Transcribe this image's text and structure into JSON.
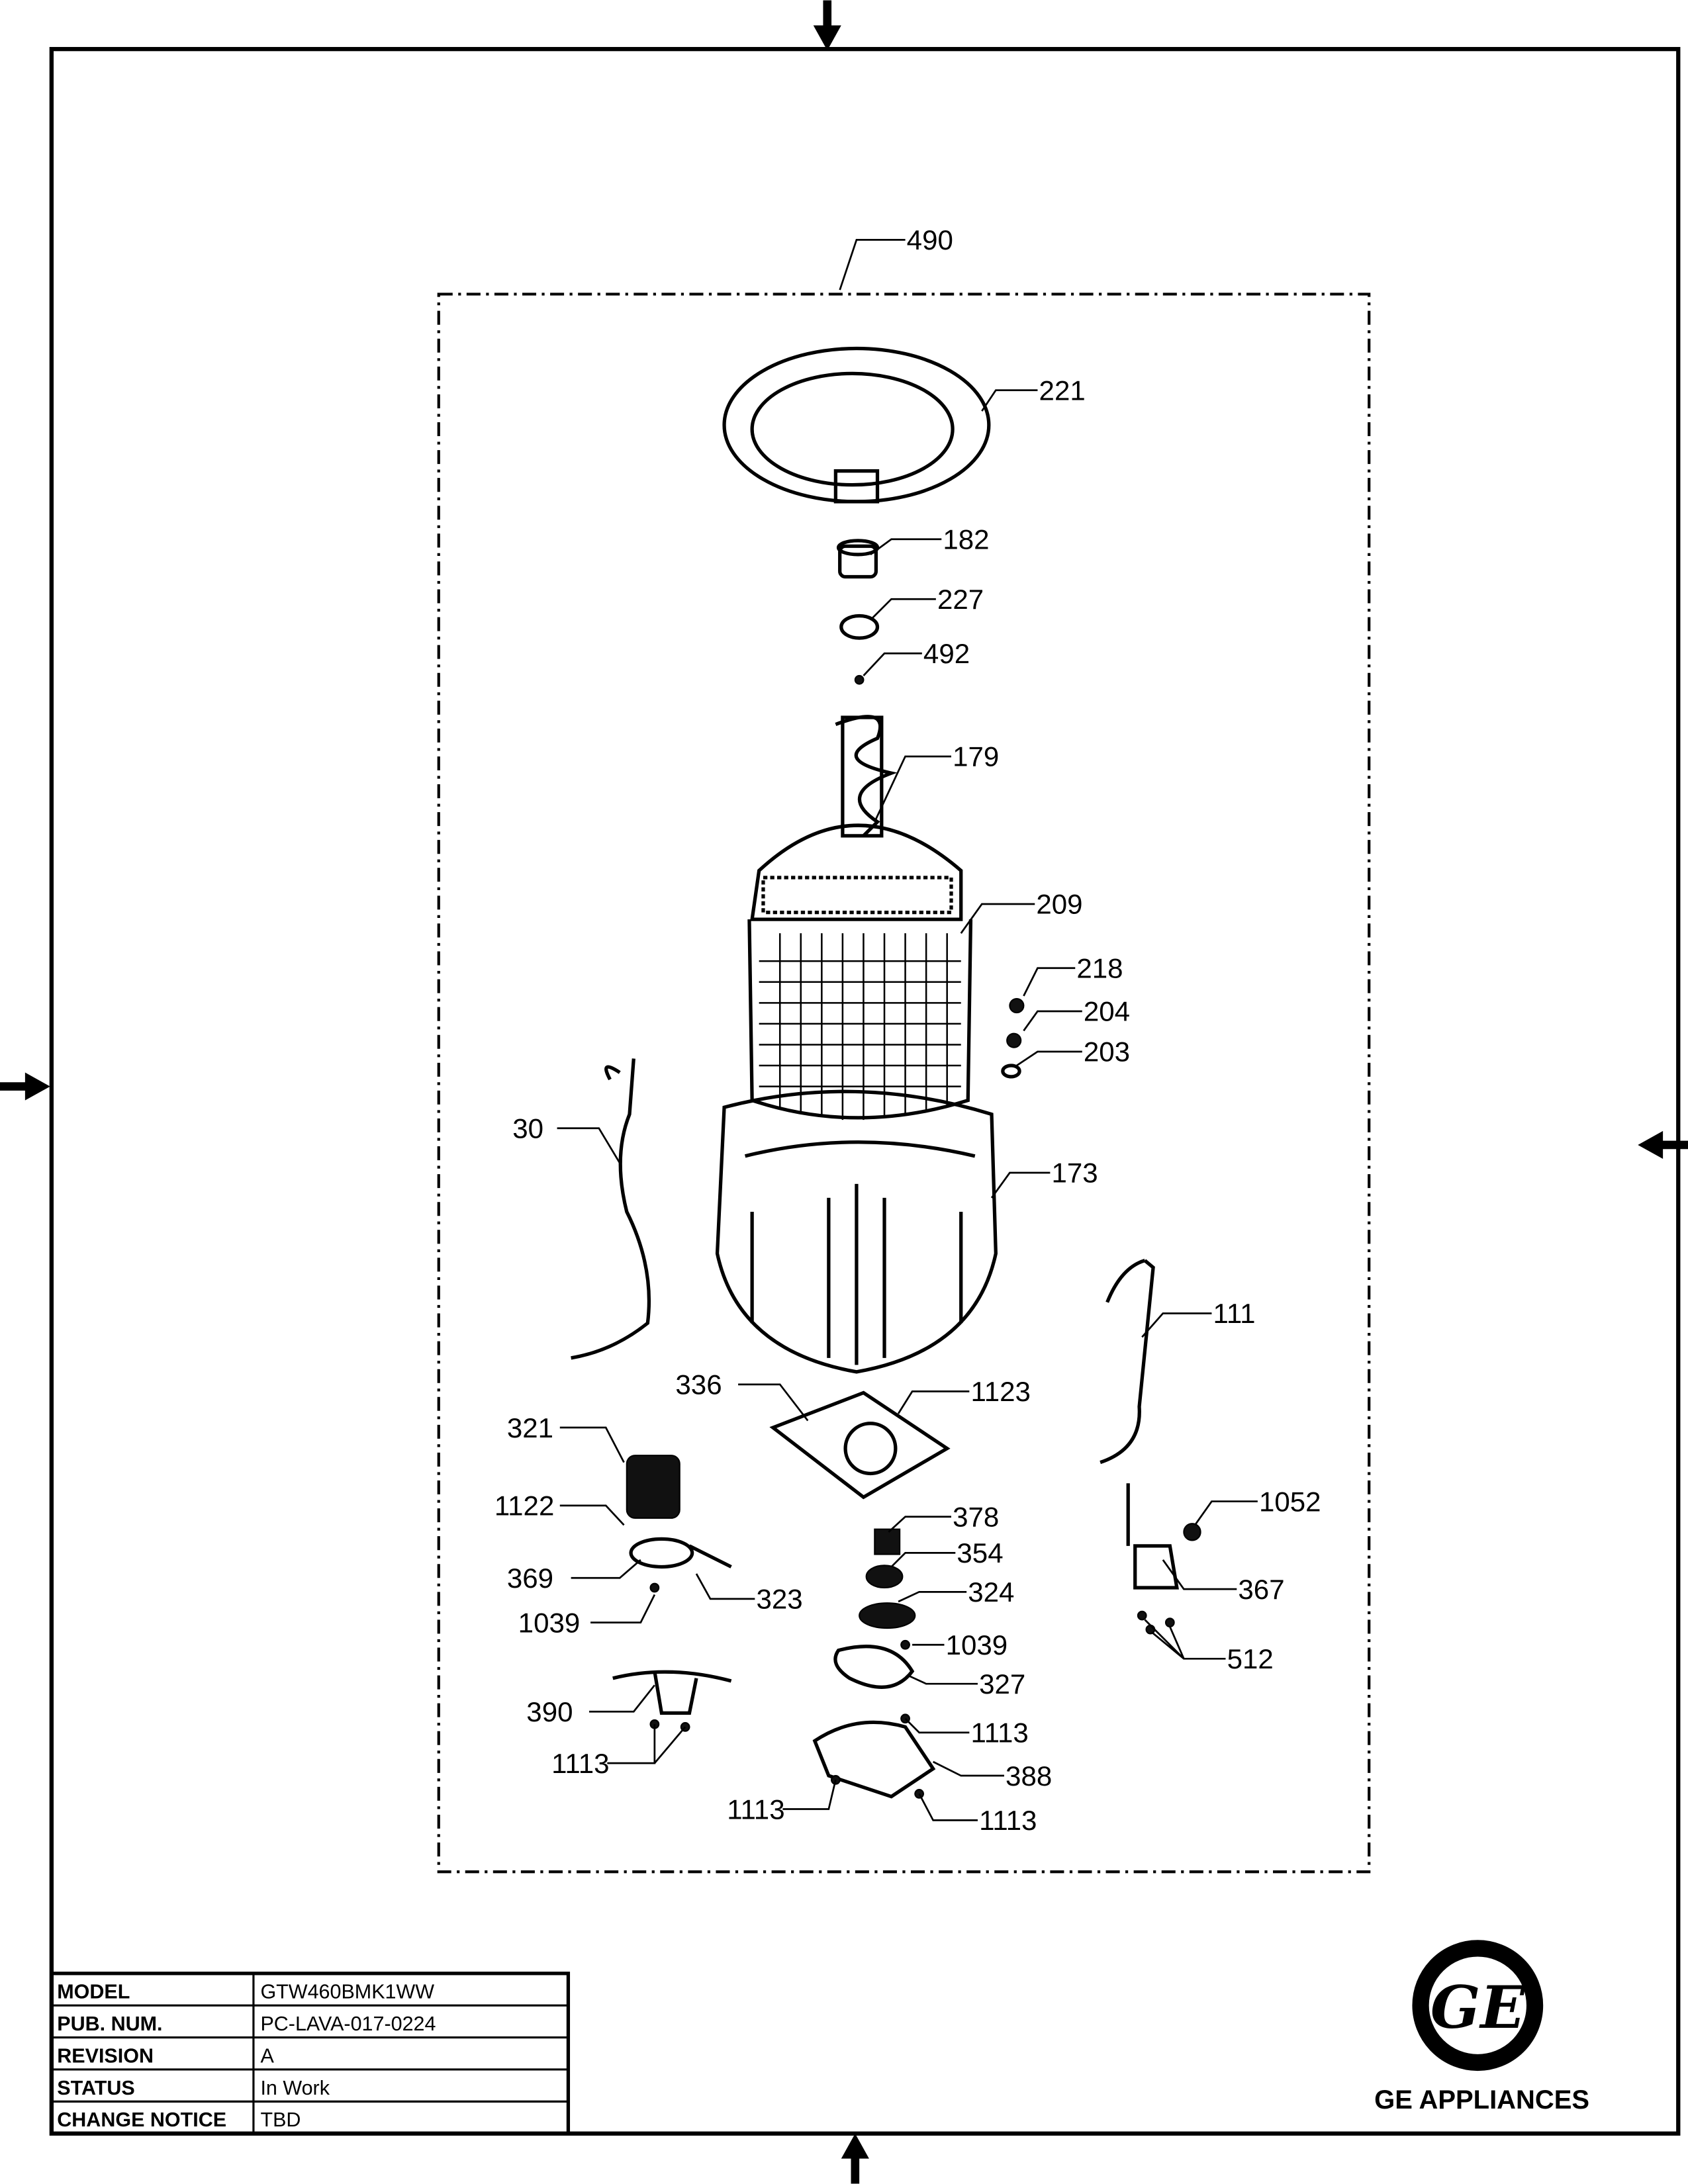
{
  "assembly_label": "490",
  "callouts": [
    "221",
    "182",
    "227",
    "492",
    "179",
    "209",
    "218",
    "204",
    "203",
    "30",
    "173",
    "111",
    "336",
    "1123",
    "321",
    "1122",
    "1052",
    "378",
    "354",
    "369",
    "367",
    "324",
    "323",
    "1039",
    "1039",
    "512",
    "327",
    "390",
    "1113",
    "1113",
    "388",
    "1113",
    "1113"
  ],
  "title_block": {
    "rows": [
      {
        "label": "MODEL",
        "value": "GTW460BMK1WW"
      },
      {
        "label": "PUB. NUM.",
        "value": "PC-LAVA-017-0224"
      },
      {
        "label": "REVISION",
        "value": "A"
      },
      {
        "label": "STATUS",
        "value": "In Work"
      },
      {
        "label": "CHANGE NOTICE",
        "value": "TBD"
      }
    ]
  },
  "brand": {
    "logo_text": "GE",
    "name": "GE APPLIANCES"
  }
}
